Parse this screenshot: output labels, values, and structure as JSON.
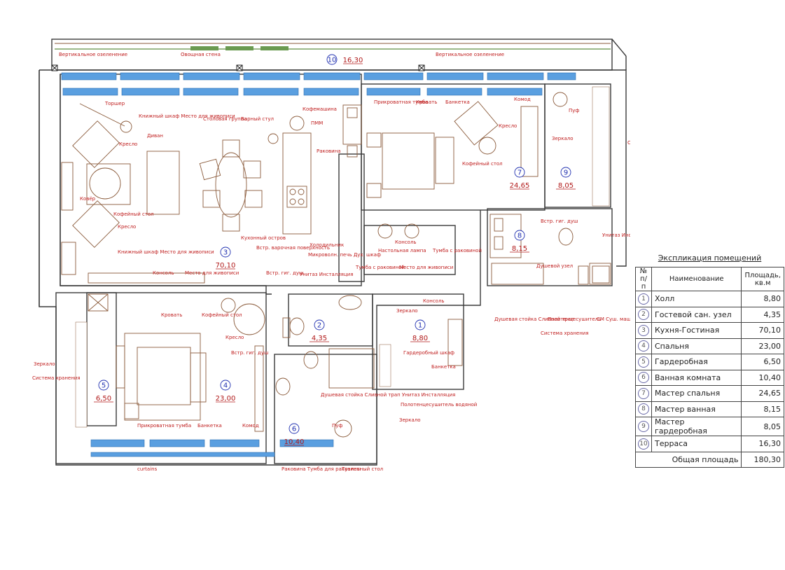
{
  "rooms": [
    {
      "num": "1",
      "area": "8,80"
    },
    {
      "num": "2",
      "area": "4,35"
    },
    {
      "num": "3",
      "area": "70,10"
    },
    {
      "num": "4",
      "area": "23,00"
    },
    {
      "num": "5",
      "area": "6,50"
    },
    {
      "num": "6",
      "area": "10,40"
    },
    {
      "num": "7",
      "area": "24,65"
    },
    {
      "num": "8",
      "area": "8,15"
    },
    {
      "num": "9",
      "area": "8,05"
    },
    {
      "num": "10",
      "area": "16,30"
    }
  ],
  "labels": {
    "vert_green_1": "Вертикальное озеленение",
    "green_wall": "Овощная стена",
    "vert_green_2": "Вертикальное озеленение",
    "torsher": "Торшер",
    "bookcase_1": "Книжный шкаф Место для живописи",
    "stol_group": "Столовая группа",
    "bar_stool": "Барный стул",
    "coffee_machine": "Кофемашина",
    "pmm": "ПММ",
    "sink": "Раковина",
    "bedside_1": "Прикроватная тумба",
    "bed_1": "Кровать",
    "bench_1": "Банкетка",
    "chest": "Комод",
    "pouf_1": "Пуф",
    "armchair_1": "Кресло",
    "mirror_1": "Зеркало",
    "storage_1": "Система хранения",
    "coffee_table_1": "Кофейный стол",
    "sofa": "Диван",
    "armchair_2": "Кресло",
    "carpet": "Ковёр",
    "coffee_table_2": "Кофейный стол",
    "armchair_3": "Кресло",
    "kitchen_island": "Кухонный остров",
    "hob": "Встр. варочная поверхность",
    "fridge": "Холодильник",
    "micro": "Микроволн. печь Дух. шкаф",
    "console_1": "Консоль",
    "lamp": "Настольная лампа",
    "vanity_1": "Тумба с раковиной",
    "bookcase_2": "Книжный шкаф Место для живописи",
    "console_2": "Консоль",
    "art_place_1": "Место для живописи",
    "hyg_shower_1": "Встр. гиг. душ",
    "toilet_1": "Унитаз Инсталляция",
    "vanity_2": "Тумба с раковиной",
    "art_place_2": "Место для живописи",
    "mirror_2": "Зеркало",
    "console_3": "Консоль",
    "wardrobe": "Гардеробный шкаф",
    "bench_2": "Банкетка",
    "hyg_shower_2": "Встр. гиг. душ",
    "toilet_2": "Унитаз Инсталляция",
    "shower_unit": "Душевой узел",
    "shower_rack": "Душевая стойка Сливной трап",
    "towel_1": "Полотенцесушитель",
    "wm": "СМ Суш. машина",
    "storage_2": "Система хранения",
    "bed_2": "Кровать",
    "coffee_table_3": "Кофейный стол",
    "armchair_4": "Кресло",
    "hyg_shower_3": "Встр. гиг. душ",
    "mirror_3": "Зеркало",
    "storage_3": "Система хранения",
    "bedside_2": "Прикроватная тумба",
    "bench_3": "Банкетка",
    "chest_2": "Комод",
    "shower_rack_2": "Душевая стойка Сливной трап Унитаз Инсталляция",
    "pouf_2": "Пуф",
    "towel_2": "Полотенцесушитель водяной",
    "mirror_4": "Зеркало",
    "curtains": "curtains",
    "sink_2": "Раковина Тумба для раковины",
    "toilet_table": "Туалетный стол"
  },
  "legend": {
    "title": "Экспликация помещений",
    "col_num": "№ п/п",
    "col_name": "Наименование",
    "col_area": "Площадь, кв.м",
    "rows": [
      {
        "num": "1",
        "name": "Холл",
        "area": "8,80"
      },
      {
        "num": "2",
        "name": "Гостевой сан. узел",
        "area": "4,35"
      },
      {
        "num": "3",
        "name": "Кухня-Гостиная",
        "area": "70,10"
      },
      {
        "num": "4",
        "name": "Спальня",
        "area": "23,00"
      },
      {
        "num": "5",
        "name": "Гардеробная",
        "area": "6,50"
      },
      {
        "num": "6",
        "name": "Ванная комната",
        "area": "10,40"
      },
      {
        "num": "7",
        "name": "Мастер спальня",
        "area": "24,65"
      },
      {
        "num": "8",
        "name": "Мастер ванная",
        "area": "8,15"
      },
      {
        "num": "9",
        "name": "Мастер гардеробная",
        "area": "8,05"
      },
      {
        "num": "10",
        "name": "Терраса",
        "area": "16,30"
      }
    ],
    "total_label": "Общая площадь",
    "total_value": "180,30"
  }
}
